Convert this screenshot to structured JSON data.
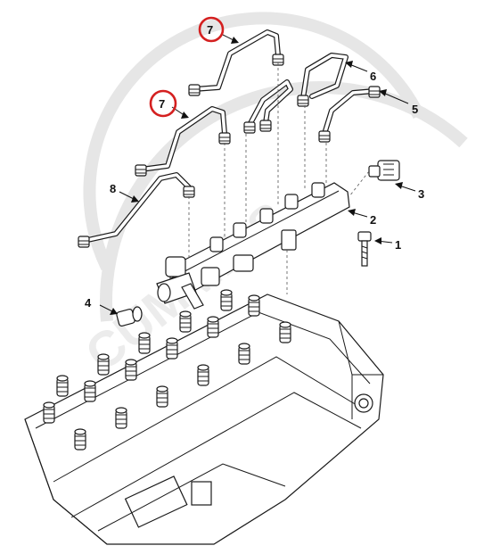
{
  "diagram": {
    "watermark_text": "CUMMINS",
    "highlight_color": "#d42020",
    "callouts": [
      {
        "id": "c1",
        "label": "1"
      },
      {
        "id": "c2",
        "label": "2"
      },
      {
        "id": "c3",
        "label": "3"
      },
      {
        "id": "c4",
        "label": "4"
      },
      {
        "id": "c5",
        "label": "5"
      },
      {
        "id": "c6",
        "label": "6"
      },
      {
        "id": "c7a",
        "label": "7"
      },
      {
        "id": "c7b",
        "label": "7"
      },
      {
        "id": "c8",
        "label": "8"
      }
    ]
  }
}
